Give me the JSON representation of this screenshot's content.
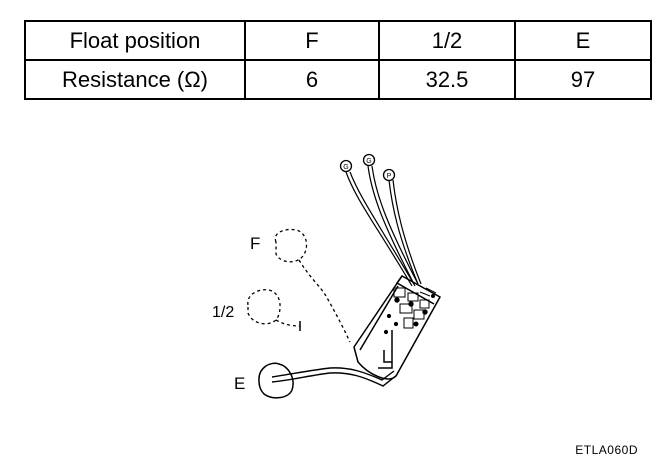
{
  "table": {
    "header": [
      "Float position",
      "F",
      "1/2",
      "E"
    ],
    "row": [
      "Resistance (Ω)",
      "6",
      "32.5",
      "97"
    ]
  },
  "diagram": {
    "labels": {
      "full": "F",
      "half": "1/2",
      "empty": "E"
    },
    "terminals": [
      "G",
      "G",
      "P"
    ]
  },
  "figure_code": "ETLA060D"
}
